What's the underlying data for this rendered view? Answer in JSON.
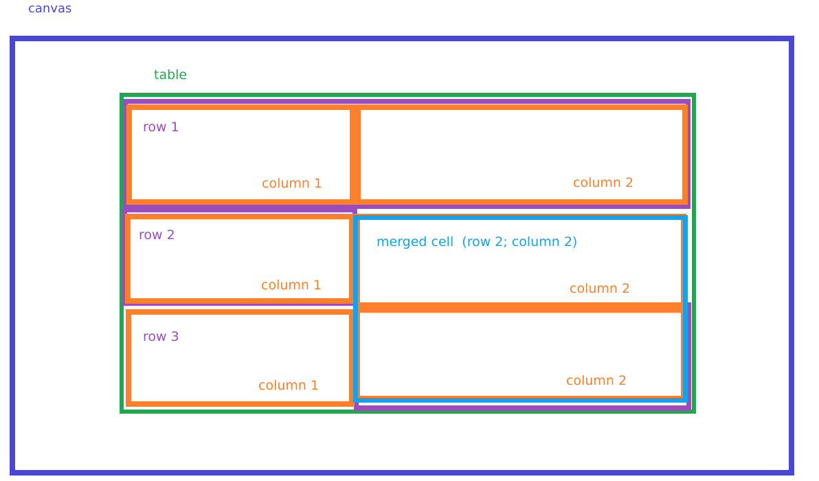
{
  "colors": {
    "canvas": "#4848d4",
    "table": "#1fa84f",
    "row": "#9b4dbb",
    "column": "#ff7f2a",
    "merged": "#12a3ea"
  },
  "labels": {
    "canvas": "canvas",
    "table": "table",
    "merged_cell": "merged cell  (row 2; column 2)"
  },
  "rows": [
    {
      "label": "row 1",
      "cells": [
        "column 1",
        "column 2"
      ]
    },
    {
      "label": "row 2",
      "cells": [
        "column 1",
        "column 2"
      ]
    },
    {
      "label": "row 3",
      "cells": [
        "column 1",
        "column 2"
      ]
    }
  ]
}
